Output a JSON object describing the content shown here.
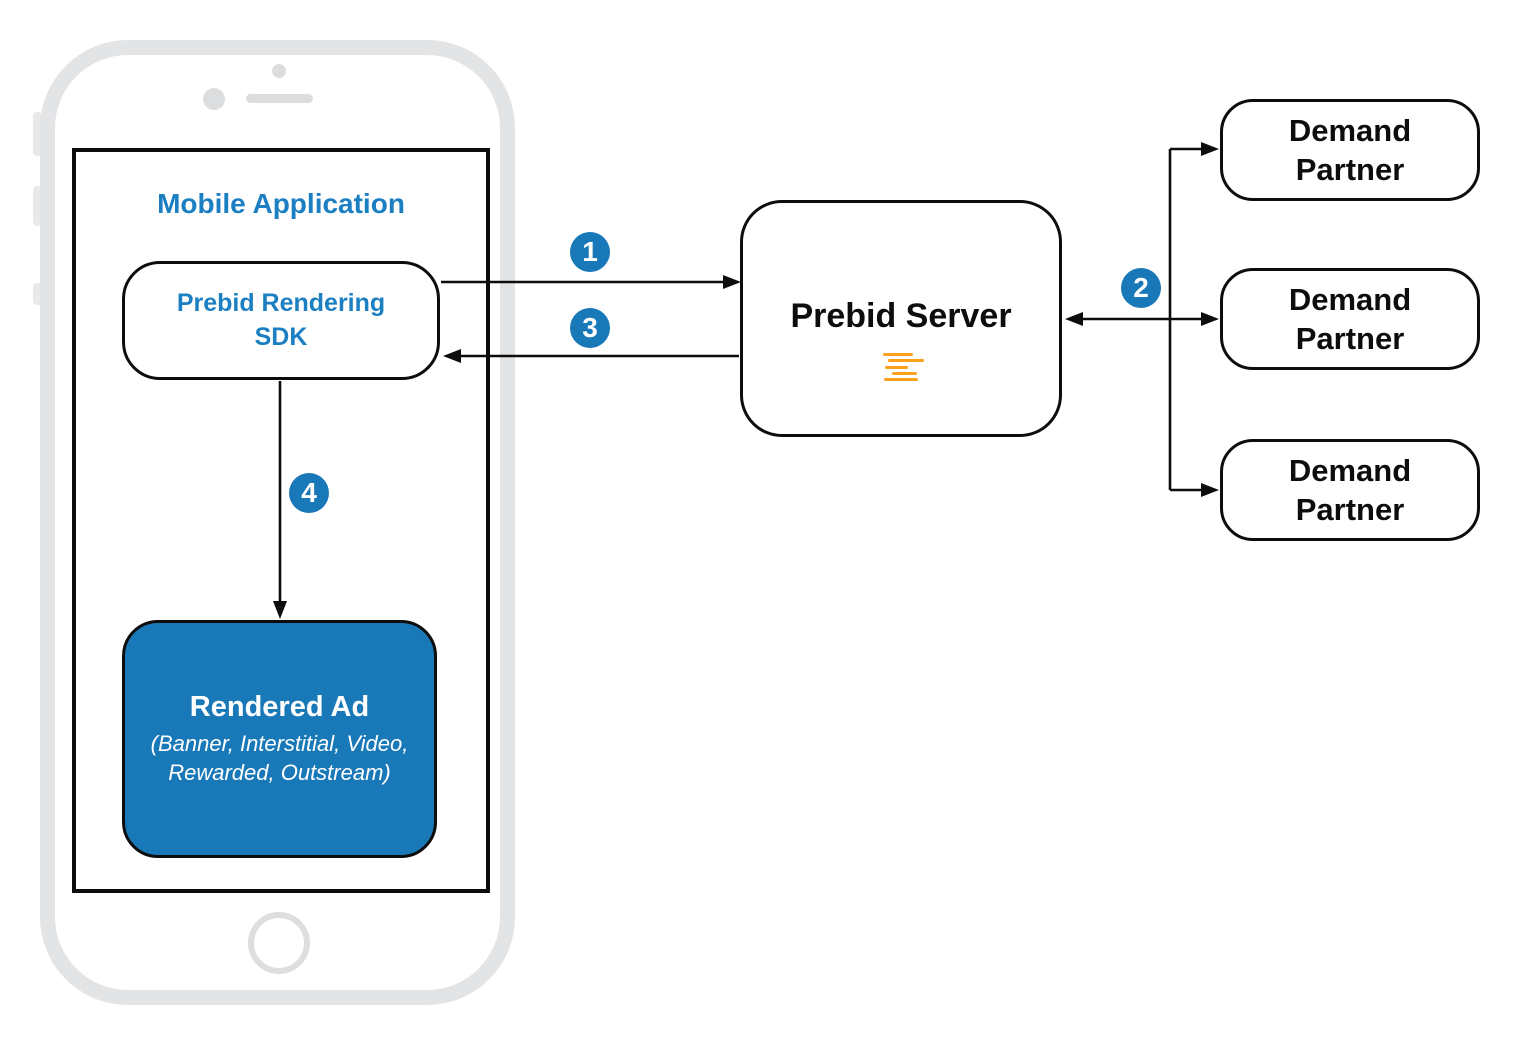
{
  "colors": {
    "accent_fill_blue": "#1878b8",
    "accent_text_blue": "#1b7fc2",
    "logo_orange": "#f9a11b",
    "line_black": "#0d0d0d",
    "phone_gray": "#e2e4e6"
  },
  "mobile_app": {
    "title": "Mobile Application"
  },
  "nodes": {
    "sdk": {
      "label": "Prebid Rendering\nSDK"
    },
    "server": {
      "title": "Prebid Server",
      "logo_icon": "prebid-lines-logo"
    },
    "rendered_ad": {
      "title": "Rendered Ad",
      "subtitle": "(Banner, Interstitial, Video,\nRewarded, Outstream)"
    },
    "demand_partners": [
      {
        "label": "Demand\nPartner"
      },
      {
        "label": "Demand\nPartner"
      },
      {
        "label": "Demand\nPartner"
      }
    ]
  },
  "steps": [
    {
      "label": "1"
    },
    {
      "label": "2"
    },
    {
      "label": "3"
    },
    {
      "label": "4"
    }
  ]
}
